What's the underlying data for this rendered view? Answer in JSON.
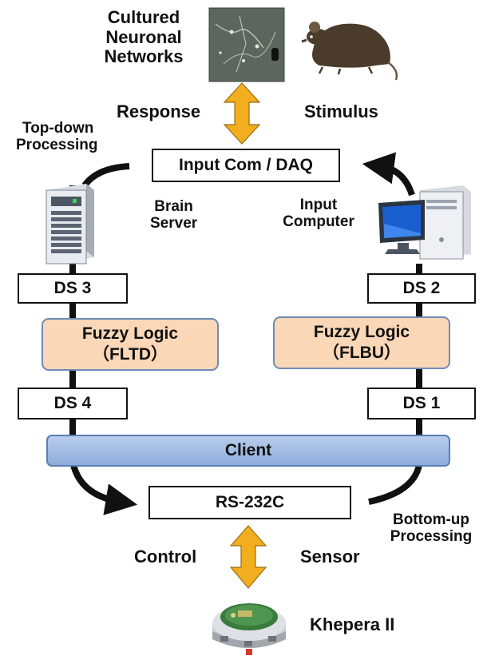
{
  "top": {
    "cultured_networks": [
      "Cultured",
      "Neuronal",
      "Networks"
    ],
    "response": "Response",
    "stimulus": "Stimulus"
  },
  "left": {
    "top_down": [
      "Top-down",
      "Processing"
    ],
    "brain_server": [
      "Brain",
      "Server"
    ]
  },
  "right": {
    "input_computer": [
      "Input",
      "Computer"
    ],
    "bottom_up": [
      "Bottom-up",
      "Processing"
    ]
  },
  "boxes": {
    "input_com_daq": "Input Com / DAQ",
    "ds3": "DS 3",
    "ds2": "DS 2",
    "ds4": "DS 4",
    "ds1": "DS 1",
    "client": "Client",
    "rs232c": "RS-232C"
  },
  "fuzzy_left": {
    "title": "Fuzzy Logic",
    "sub": "（FLTD）"
  },
  "fuzzy_right": {
    "title": "Fuzzy Logic",
    "sub": "（FLBU）"
  },
  "bottom": {
    "control": "Control",
    "sensor": "Sensor",
    "robot": "Khepera II"
  },
  "colors": {
    "arrow_gold": "#f2ae1e",
    "fuzzy_fill": "#f9d7b7",
    "client_fill": "#9fbbe3"
  }
}
